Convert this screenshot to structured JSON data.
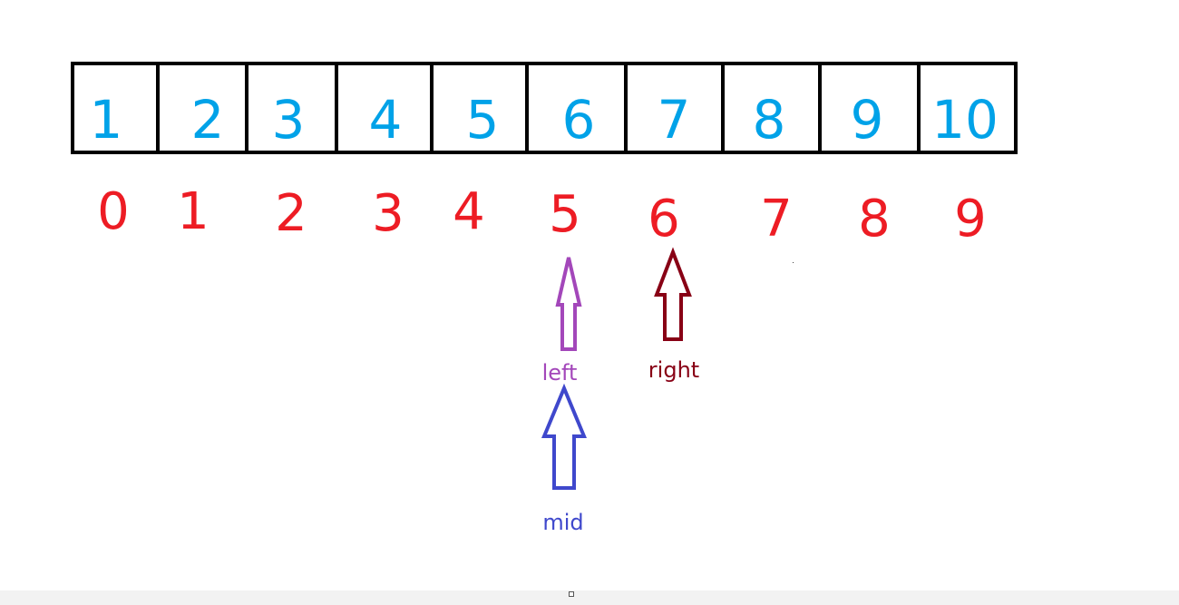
{
  "array_values": [
    "1",
    "2",
    "3",
    "4",
    "5",
    "6",
    "7",
    "8",
    "9",
    "10"
  ],
  "indices": [
    "0",
    "1",
    "2",
    "3",
    "4",
    "5",
    "6",
    "7",
    "8",
    "9"
  ],
  "pointers": [
    {
      "label": "left",
      "target_index": 5,
      "color": "#a347ba"
    },
    {
      "label": "right",
      "target_index": 6,
      "color": "#880015"
    },
    {
      "label": "mid",
      "target_index": 5,
      "color": "#3f48cc"
    }
  ],
  "colors": {
    "value_text": "#00a2e8",
    "index_text": "#ed1c24",
    "cell_border": "#000000"
  }
}
